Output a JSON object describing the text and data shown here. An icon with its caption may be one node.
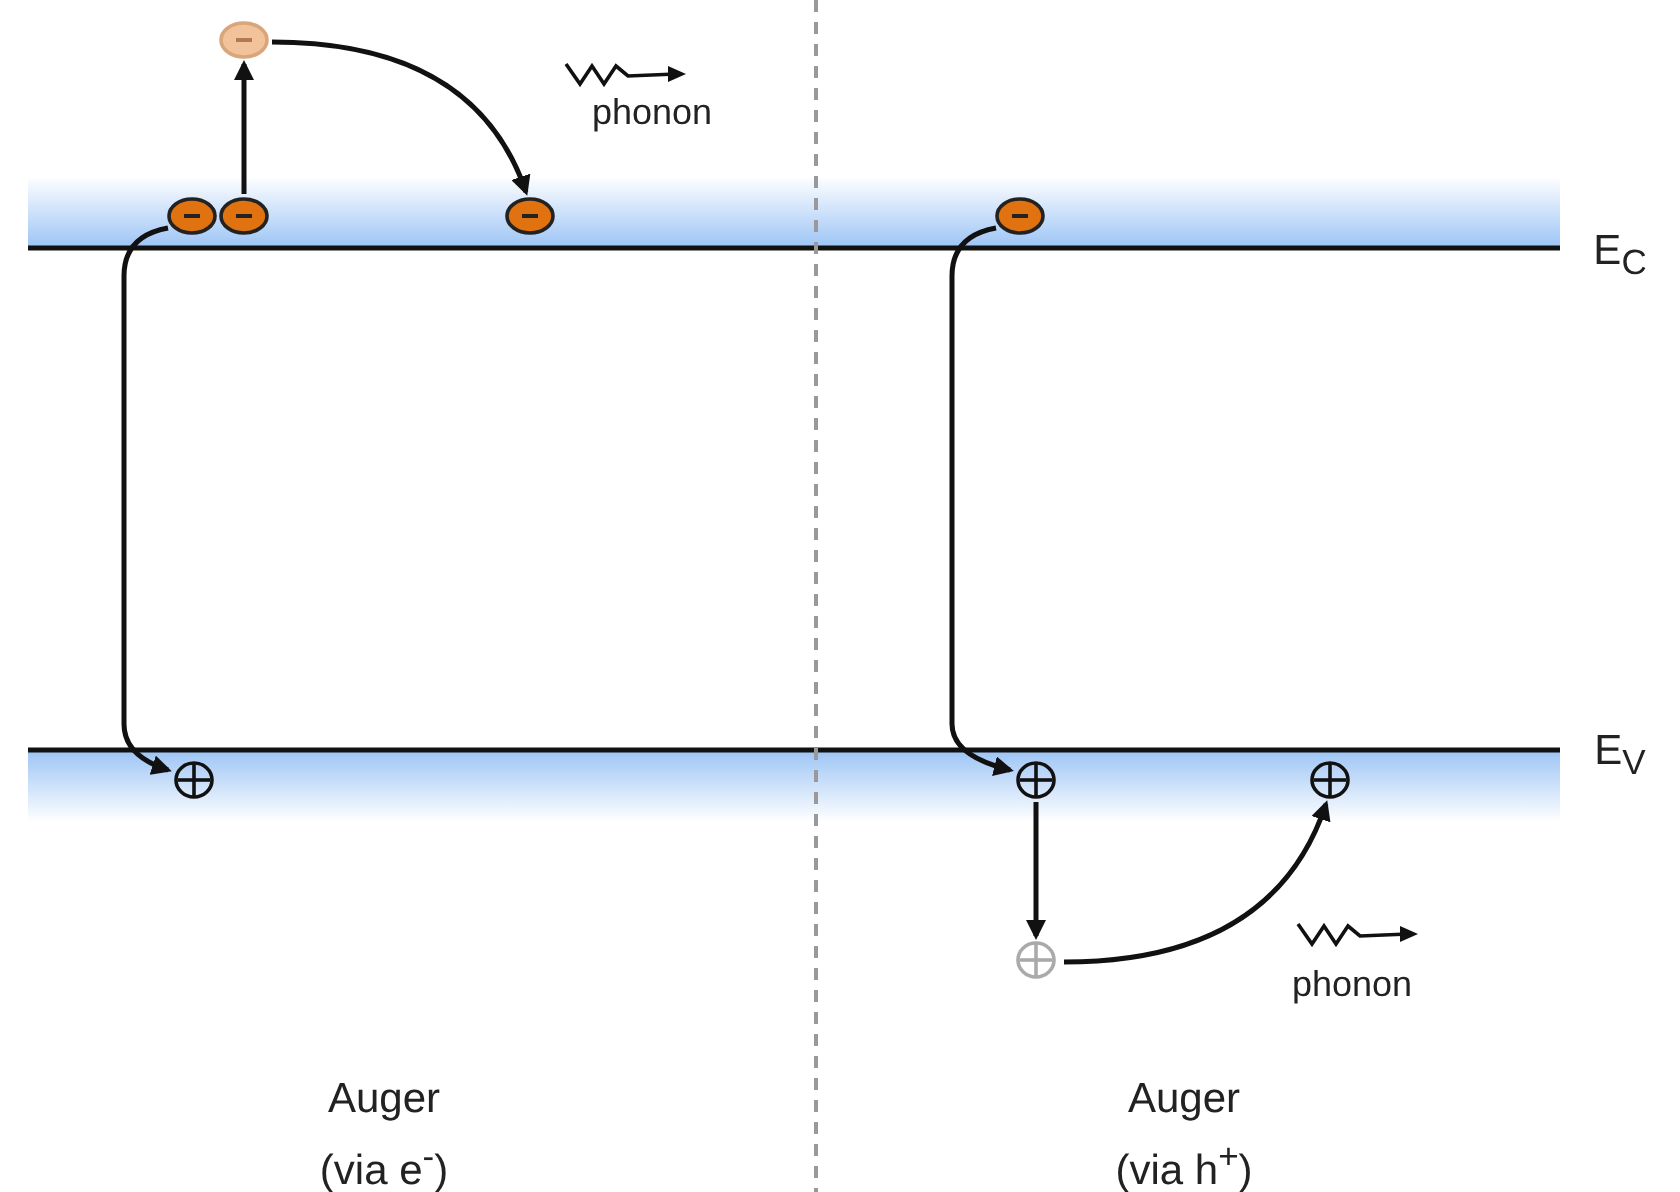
{
  "diagram": {
    "nodes": [
      {
        "text": [],
        "shape": "circle"
      },
      {
        "text": [],
        "shape": "circle"
      },
      {
        "text": [],
        "shape": "circle"
      },
      {
        "text": [],
        "shape": "circle"
      },
      {
        "text": [],
        "shape": "circle"
      },
      {
        "text": [],
        "shape": "circle"
      },
      {
        "text": [],
        "shape": "circle"
      },
      {
        "text": [],
        "shape": "circle"
      },
      {
        "text": [],
        "shape": "circle"
      }
    ],
    "edges": [
      {
        "from": 2,
        "to": 0,
        "arrow": "to"
      },
      {
        "from": 0,
        "to": 3,
        "arrow": "to"
      },
      {
        "from": 1,
        "to": 4,
        "arrow": "to"
      },
      {
        "from": 5,
        "to": 6,
        "arrow": "to"
      },
      {
        "from": 6,
        "to": 7,
        "arrow": "to"
      },
      {
        "from": 7,
        "to": 8,
        "arrow": "to"
      }
    ],
    "labels": [
      "phonon",
      "E$_{C}$",
      "E$_{V}$",
      "phonon",
      "Auger",
      "(via e$^{-}$)",
      "Auger",
      "(via h$^{+}$)"
    ]
  }
}
